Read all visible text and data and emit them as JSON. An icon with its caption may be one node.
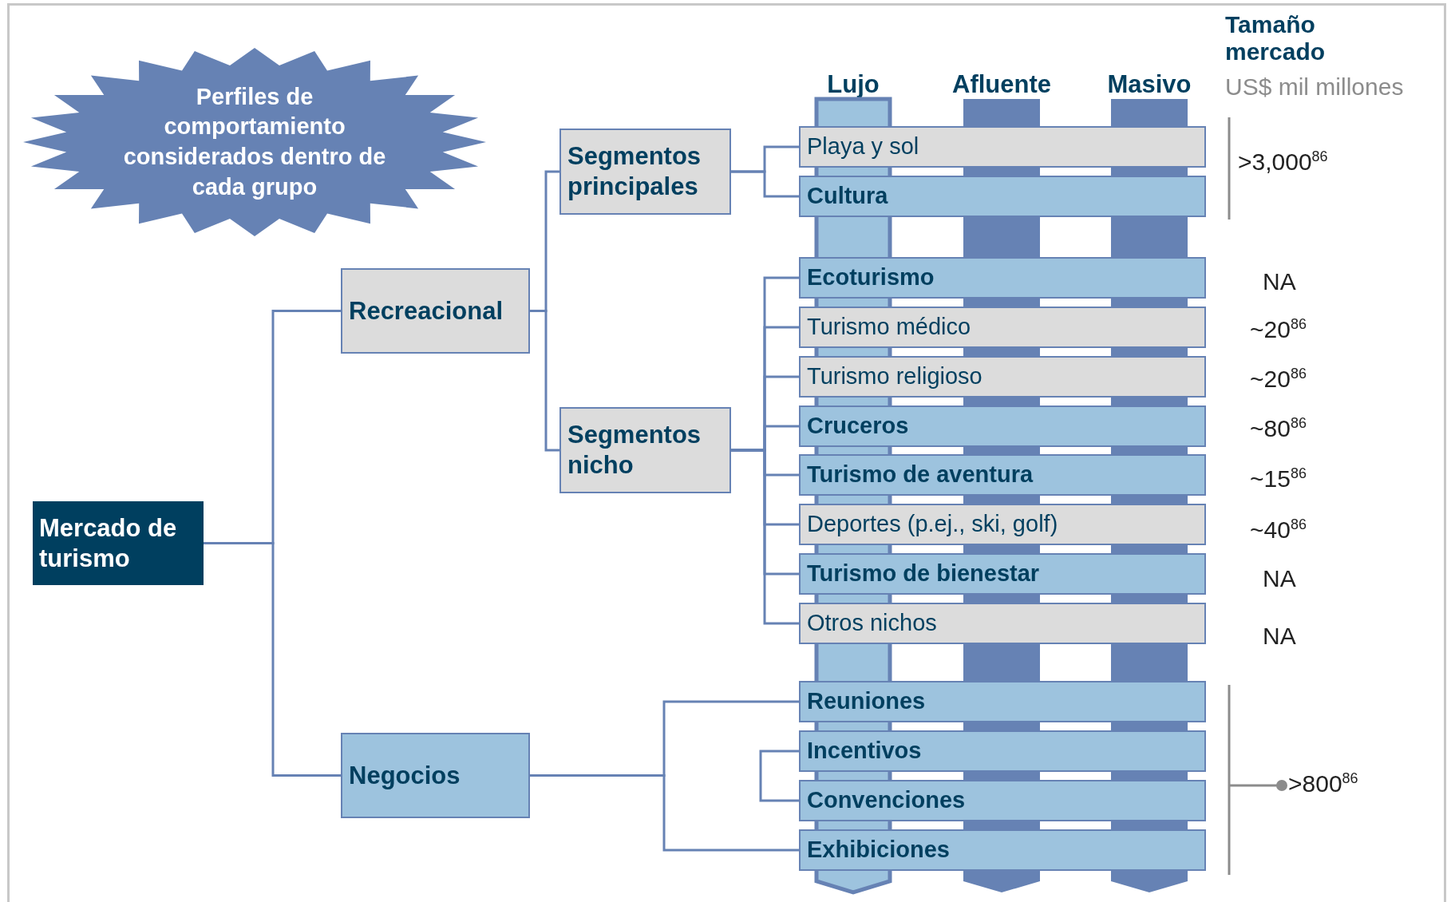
{
  "diagram": {
    "nodes": [
      {
        "text": [
          "Perfiles de comportamiento considerados dentro de cada grupo"
        ]
      },
      {
        "text": [
          "Mercado de turismo"
        ]
      },
      {
        "text": [
          "Recreacional"
        ]
      },
      {
        "text": [
          "Negocios"
        ]
      },
      {
        "text": [
          "Segmentos principales"
        ]
      },
      {
        "text": [
          "Segmentos nicho"
        ]
      },
      {
        "text": [
          "Playa y sol"
        ]
      },
      {
        "text": [
          "Cultura"
        ]
      },
      {
        "text": [
          "Ecoturismo"
        ]
      },
      {
        "text": [
          "Turismo médico"
        ]
      },
      {
        "text": [
          "Turismo religioso"
        ]
      },
      {
        "text": [
          "Cruceros"
        ]
      },
      {
        "text": [
          "Turismo de aventura"
        ]
      },
      {
        "text": [
          "Deportes (p.ej., ski, golf)"
        ]
      },
      {
        "text": [
          "Turismo de bienestar"
        ]
      },
      {
        "text": [
          "Otros nichos"
        ]
      },
      {
        "text": [
          "Reuniones"
        ]
      },
      {
        "text": [
          "Incentivos"
        ]
      },
      {
        "text": [
          "Convenciones"
        ]
      },
      {
        "text": [
          "Exhibiciones"
        ]
      },
      {
        "text": [
          "Lujo"
        ]
      },
      {
        "text": [
          "Afluente"
        ]
      },
      {
        "text": [
          "Masivo"
        ]
      }
    ],
    "edges": [
      {
        "from": 1,
        "to": 2,
        "arrow": "none"
      },
      {
        "from": 1,
        "to": 3,
        "arrow": "none"
      },
      {
        "from": 2,
        "to": 4,
        "arrow": "none"
      },
      {
        "from": 2,
        "to": 5,
        "arrow": "none"
      },
      {
        "from": 4,
        "to": 6,
        "arrow": "none"
      },
      {
        "from": 4,
        "to": 7,
        "arrow": "none"
      },
      {
        "from": 5,
        "to": 8,
        "arrow": "none"
      },
      {
        "from": 5,
        "to": 9,
        "arrow": "none"
      },
      {
        "from": 5,
        "to": 10,
        "arrow": "none"
      },
      {
        "from": 5,
        "to": 11,
        "arrow": "none"
      },
      {
        "from": 5,
        "to": 12,
        "arrow": "none"
      },
      {
        "from": 5,
        "to": 13,
        "arrow": "none"
      },
      {
        "from": 5,
        "to": 14,
        "arrow": "none"
      },
      {
        "from": 5,
        "to": 15,
        "arrow": "none"
      },
      {
        "from": 3,
        "to": 16,
        "arrow": "none"
      },
      {
        "from": 3,
        "to": 19,
        "arrow": "none"
      },
      {
        "from": 17,
        "to": 18,
        "arrow": "none"
      }
    ],
    "labels": [
      "Tamaño mercado",
      "US$ mil millones",
      ">3,000$^{86}$",
      "NA",
      "~20$^{86}$",
      "~20$^{86}$",
      "~80$^{86}$",
      "~15$^{86}$",
      "~40$^{86}$",
      "NA",
      "NA",
      ">800$^{86}$"
    ]
  }
}
